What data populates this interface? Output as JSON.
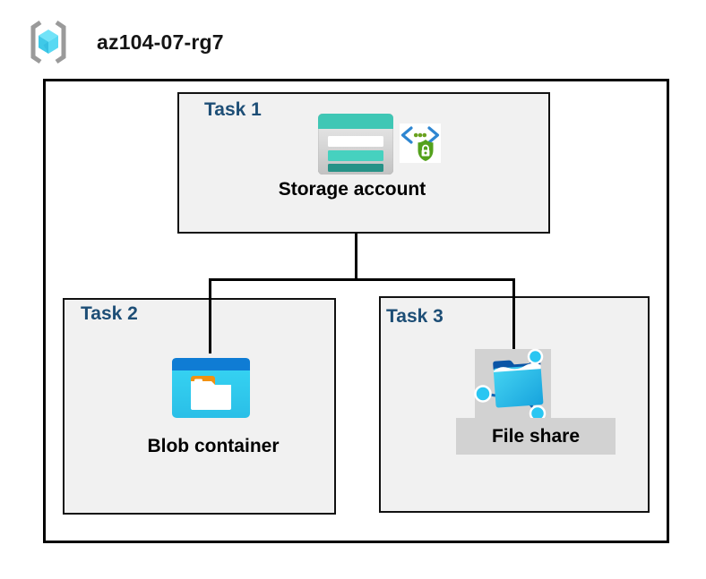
{
  "header": {
    "resource_group_name": "az104-07-rg7",
    "icon": "resource-group-icon"
  },
  "tasks": [
    {
      "label": "Task 1",
      "resource": "Storage account",
      "icons": [
        "storage-account-icon",
        "secure-access-shield-icon"
      ]
    },
    {
      "label": "Task 2",
      "resource": "Blob container",
      "icons": [
        "blob-container-icon"
      ]
    },
    {
      "label": "Task 3",
      "resource": "File share",
      "icons": [
        "file-share-icon"
      ]
    }
  ],
  "connections": [
    {
      "from": "Storage account",
      "to": "Blob container"
    },
    {
      "from": "Storage account",
      "to": "File share"
    }
  ],
  "colors": {
    "task_label": "#1d4e76",
    "box_fill": "#f1f1f1",
    "storage_teal": "#3fc7b5",
    "storage_teal_dark": "#279287",
    "blob_bar_blue": "#0f7cd4",
    "container_cyan": "#32cdf0",
    "folder_tab_orange": "#f29111",
    "shield_green": "#53a11c",
    "bracket_blue": "#2e86d1",
    "fileshare_navy": "#0b55a6",
    "highlight_gray": "#d2d2d2",
    "rg_cube_cyan": "#5bd9f3",
    "line_black": "#000000"
  }
}
